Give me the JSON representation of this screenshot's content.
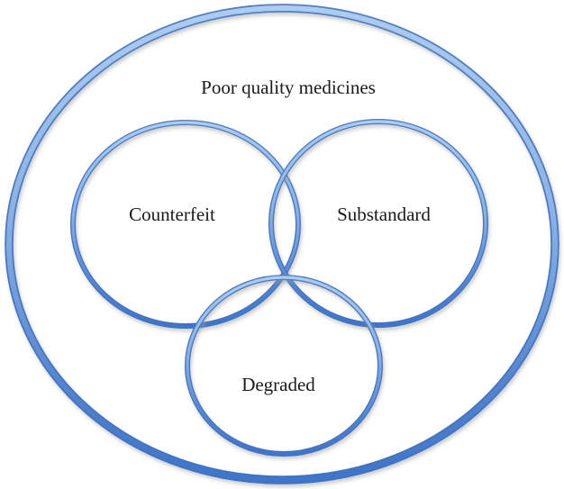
{
  "diagram": {
    "type": "venn",
    "title": "Poor quality medicines",
    "sets": [
      {
        "label": "Counterfeit"
      },
      {
        "label": "Substandard"
      },
      {
        "label": "Degraded"
      }
    ],
    "colors": {
      "stroke_light": "#AECBF0",
      "stroke_mid": "#6693D3",
      "stroke_solid": "#3F74C7",
      "stroke_edge_top": "#5080C2",
      "stroke_edge_bottom": "#3E72C4",
      "shadow": "#999999",
      "text": "#1a1a1a",
      "background": "#ffffff"
    }
  }
}
